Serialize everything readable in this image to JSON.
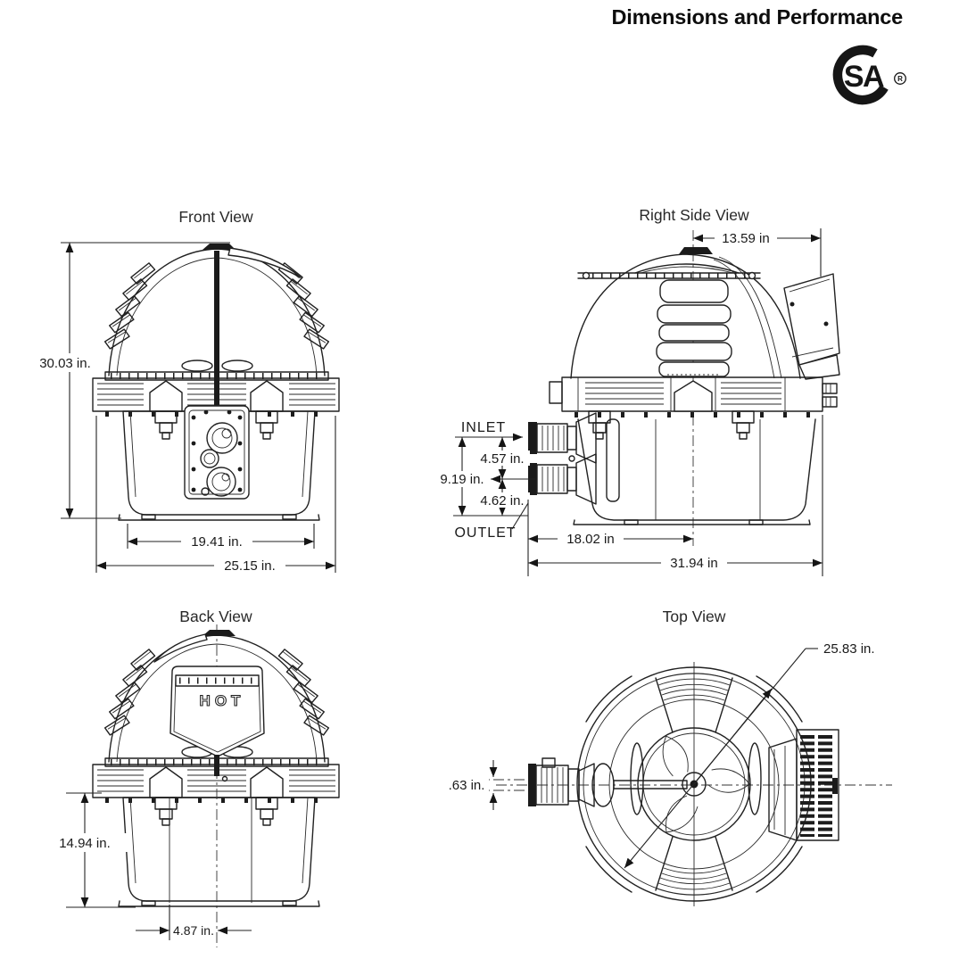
{
  "page": {
    "title": "Dimensions and Performance"
  },
  "certification": {
    "logo_letters": "SA",
    "registered_letter": "R"
  },
  "views": {
    "front": {
      "title": "Front View",
      "dims": {
        "overall_height": "30.03 in.",
        "body_width": "19.41 in.",
        "overall_width": "25.15 in."
      }
    },
    "right_side": {
      "title": "Right Side View",
      "labels": {
        "inlet": "INLET",
        "outlet": "OUTLET"
      },
      "dims": {
        "top_width": "13.59 in",
        "inlet_spacing": "4.57 in.",
        "port_height": "9.19 in.",
        "outlet_height": "4.62 in.",
        "base_depth": "18.02 in",
        "overall_depth": "31.94 in"
      }
    },
    "back": {
      "title": "Back View",
      "panel_text": "HOT",
      "dims": {
        "lower_height": "14.94 in.",
        "center_offset": "4.87 in."
      }
    },
    "top": {
      "title": "Top View",
      "dims": {
        "diameter": "25.83 in.",
        "port_offset": ".63 in."
      }
    }
  }
}
